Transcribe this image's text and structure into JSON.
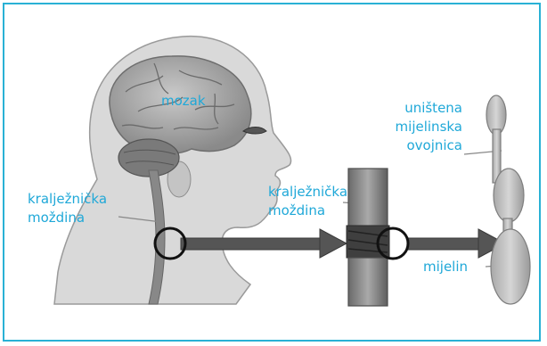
{
  "figure": {
    "border_color": "#29b1d5",
    "label_color": "#1fa8d8",
    "labels": {
      "brain": "mozak",
      "spinal_cord_left_line1": "kralježnička",
      "spinal_cord_left_line2": "moždina",
      "spinal_cord_mid_line1": "kralježnička",
      "spinal_cord_mid_line2": "moždina",
      "damaged_sheath_line1": "uništena",
      "damaged_sheath_line2": "mijelinska",
      "damaged_sheath_line3": "ovojnica",
      "myelin": "mijelin"
    }
  }
}
